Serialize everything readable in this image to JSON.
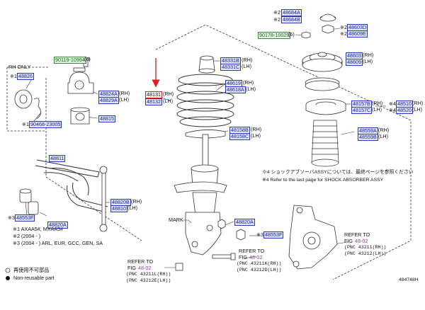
{
  "header": {
    "ref_top_1": "※2",
    "ref_top_2": "※2"
  },
  "parts": {
    "p48684A": "48684A",
    "p48684B": "48684B",
    "p48603D": "48603D",
    "p48609E": "48609E",
    "p90178": "90178-10029",
    "p90178_suffix": "(6)",
    "p90119": "90119-10994",
    "p90119_suffix": "(4)",
    "p48331B": "48331B",
    "p48331C": "48331C",
    "p48603": "48603",
    "p48609": "48609",
    "p48826": "48826",
    "p48824A": "48824A",
    "p48829A": "48829A",
    "p48619": "48619",
    "p48618A": "48618A",
    "p48131": "48131",
    "p48132": "48132",
    "p48157B": "48157B",
    "p48157C": "48157C",
    "p48510": "48510",
    "p48520": "48520",
    "p90468": "90468-23005",
    "p48815": "48815",
    "p48158B": "48158B",
    "p48158C": "48158C",
    "p48559A": "48559A",
    "p48559B": "48559B",
    "p48811": "48811",
    "p48820B": "48820B",
    "p48810": "48810",
    "p48553F_left": "48553F",
    "p48820A_left": "48820A",
    "p48820A_mid": "48820A",
    "p48553F_mid": "48553F"
  },
  "suffix": {
    "rh": "(RH)",
    "lh": "(LH)"
  },
  "labels": {
    "rh_only": "RH ONLY",
    "mark": "MARK",
    "note4_jp": "※4 ショックアブソーバASSYについては、最終ページを参照ください",
    "note4_en": "※4 Refer to the last page for SHOCK ABSORBER ASSY",
    "refer_to": "REFER TO",
    "fig": "FIG",
    "fig_no": "48-02",
    "pnc_43211": "(PNC  43211(RH))",
    "pnc_43212": "(PNC  43212(LH))",
    "pnc_43211K": "(PNC  43211K(RH))",
    "pnc_43212D": "(PNC  43212D(LH))",
    "pnc_43211L": "(PNC  43211L(RH))",
    "pnc_43212E": "(PNC  43212E(LH))"
  },
  "legend": {
    "n1": "※1  AXAA5#, MXAA5#",
    "n2": "※2  (2004   -          )",
    "n3": "※3  (2004   -          ) ARL, EUR, GCC, GEN, SA",
    "reuse_jp": "再使用不可部品",
    "reuse_en": "Non-reusable part"
  },
  "markers": {
    "m1": "※1",
    "m2": "※2",
    "m3": "※3",
    "m4": "※4"
  },
  "figure_id": "484748H",
  "colors": {
    "part_fill": "#dfe6ff",
    "part_border": "#2a36c8",
    "highlight": "#e02020",
    "fig_ref": "#9a3aa8"
  }
}
